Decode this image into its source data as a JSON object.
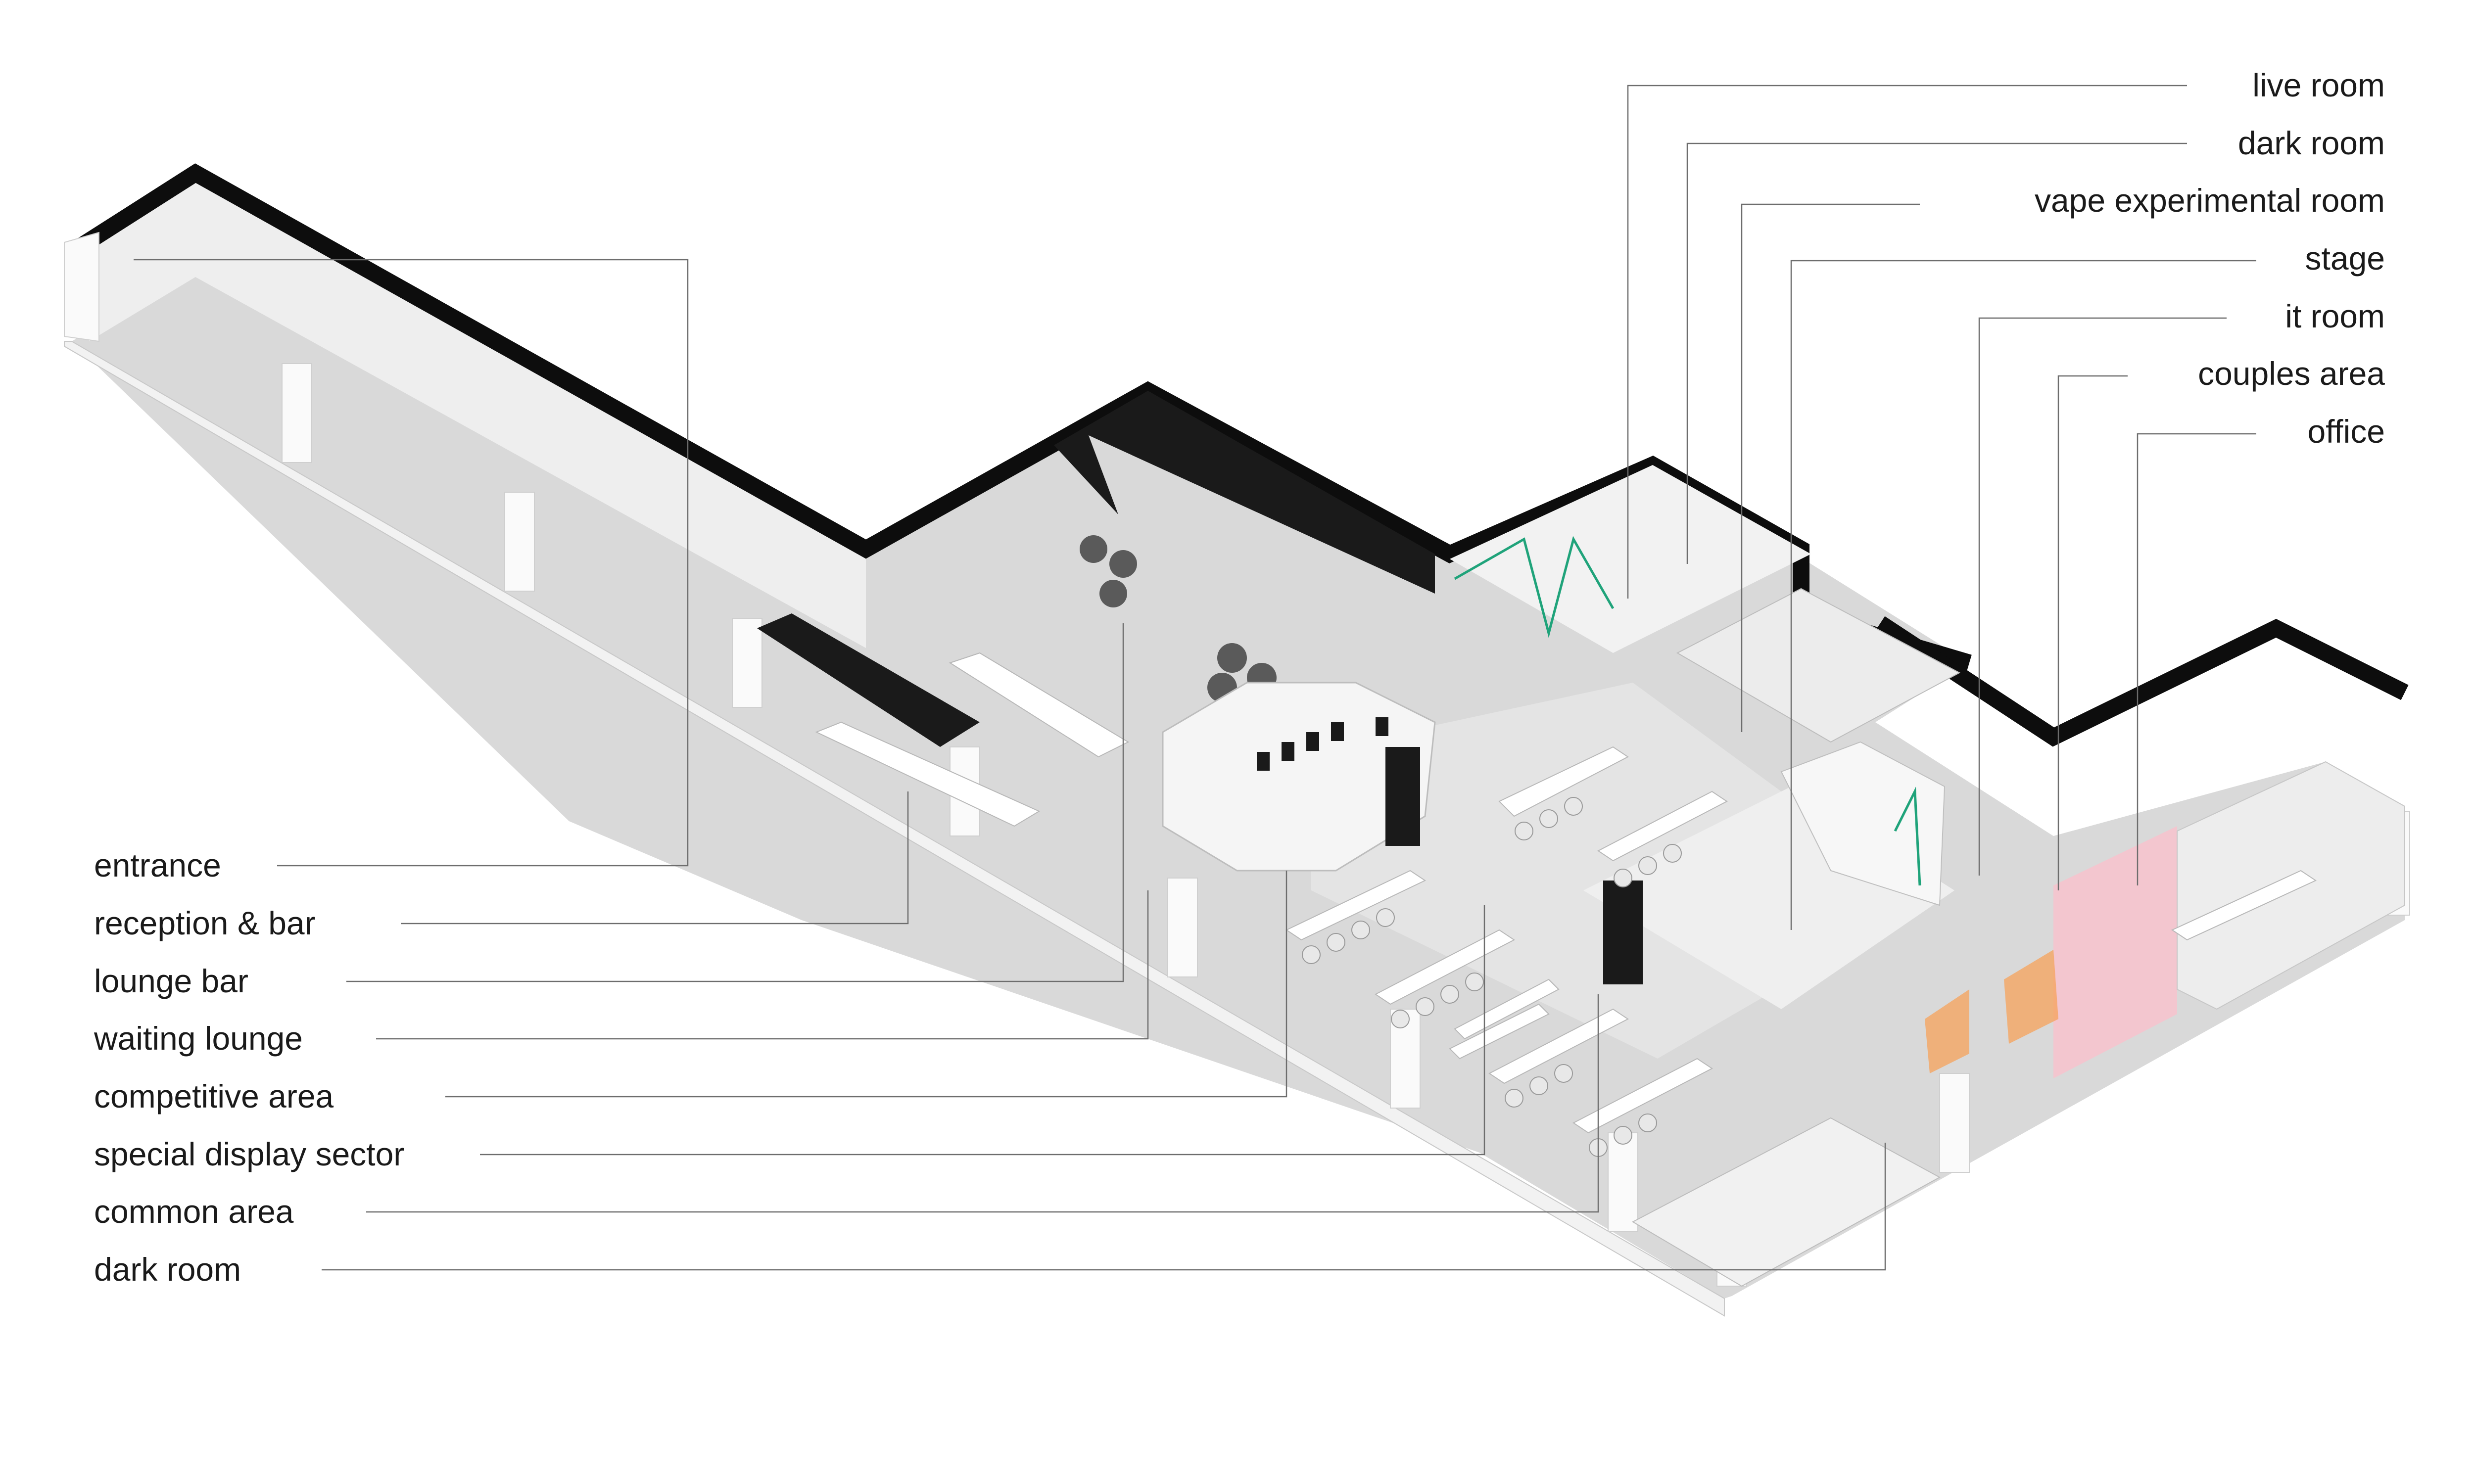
{
  "labels_left": [
    {
      "id": "entrance",
      "text": "entrance"
    },
    {
      "id": "reception-bar",
      "text": "reception & bar"
    },
    {
      "id": "lounge-bar",
      "text": "lounge bar"
    },
    {
      "id": "waiting-lounge",
      "text": "waiting lounge"
    },
    {
      "id": "competitive-area",
      "text": "competitive area"
    },
    {
      "id": "special-display-sector",
      "text": "special display sector"
    },
    {
      "id": "common-area",
      "text": "common area"
    },
    {
      "id": "dark-room-left",
      "text": "dark room"
    }
  ],
  "labels_right": [
    {
      "id": "live-room",
      "text": "live room"
    },
    {
      "id": "dark-room-right",
      "text": "dark room"
    },
    {
      "id": "vape-experimental-room",
      "text": "vape experimental room"
    },
    {
      "id": "stage",
      "text": "stage"
    },
    {
      "id": "it-room",
      "text": "it room"
    },
    {
      "id": "couples-area",
      "text": "couples area"
    },
    {
      "id": "office",
      "text": "office"
    }
  ],
  "colors": {
    "wall": "#0d0d0d",
    "floor": "#d9d9d9",
    "accent_green": "#1fa37a",
    "couples_pink": "#f3c6cf",
    "couples_orange": "#f5a15a"
  }
}
